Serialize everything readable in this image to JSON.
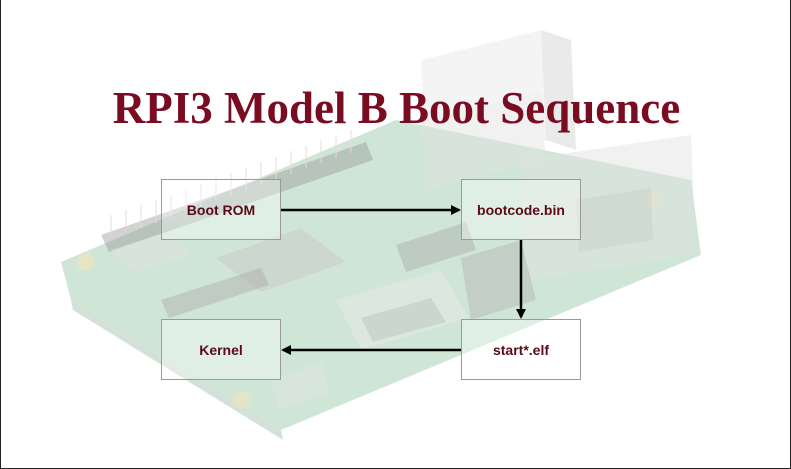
{
  "title": "RPI3 Model B Boot Sequence",
  "nodes": {
    "boot_rom": "Boot ROM",
    "bootcode": "bootcode.bin",
    "start_elf": "start*.elf",
    "kernel": "Kernel"
  },
  "colors": {
    "title": "#7a0c22",
    "node_text": "#5a0a18",
    "arrow": "#000000",
    "pcb": "#3f9a5c"
  },
  "edges": [
    {
      "from": "boot_rom",
      "to": "bootcode"
    },
    {
      "from": "bootcode",
      "to": "start_elf"
    },
    {
      "from": "start_elf",
      "to": "kernel"
    }
  ]
}
